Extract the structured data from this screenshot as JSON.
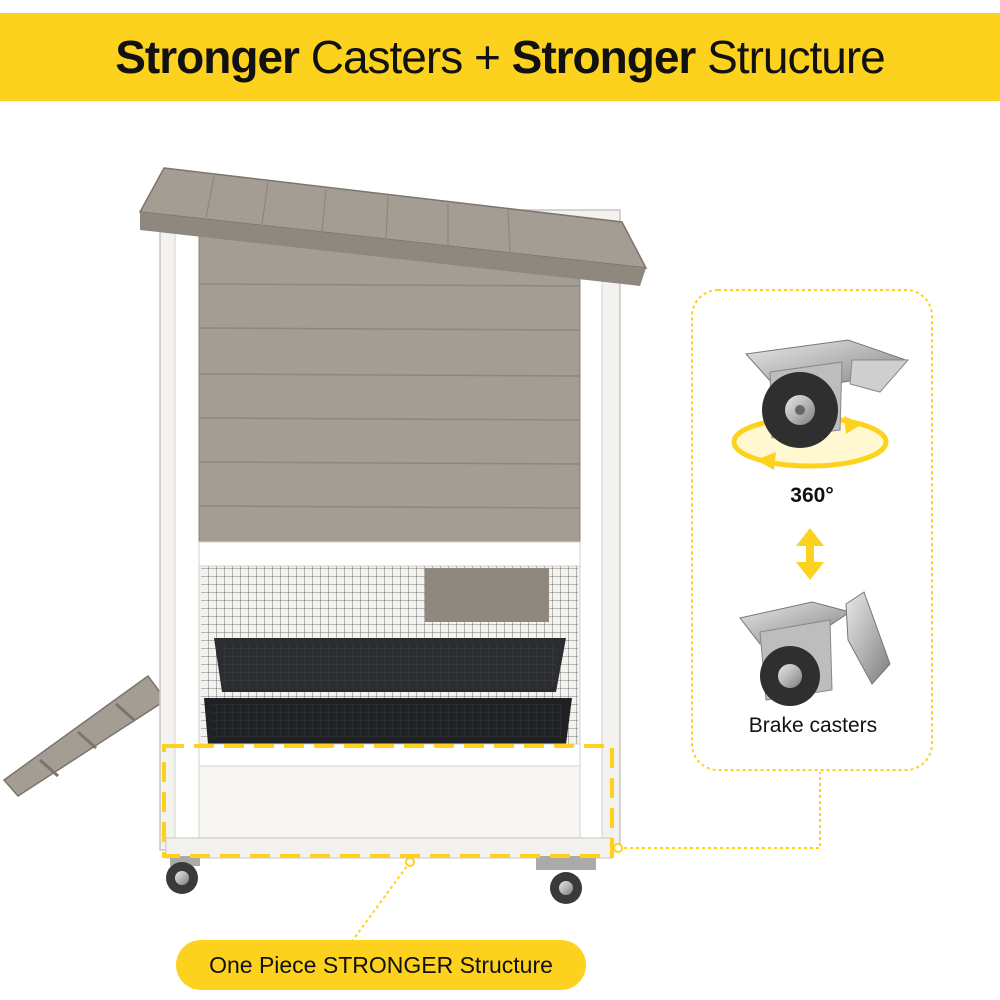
{
  "banner": {
    "part1": "Stronger",
    "part2": " Casters + ",
    "part3": "Stronger",
    "part4": " Structure"
  },
  "callout": {
    "rotation_label": "360°",
    "brake_label": "Brake casters"
  },
  "structure_label": "One Piece STRONGER Structure",
  "colors": {
    "accent_yellow": "#fdd21f",
    "coop_gray": "#a39d94",
    "frame_white": "#f3f2ef",
    "tray_black": "#2b2d30"
  },
  "icons": [
    "caster-wheel-icon",
    "brake-caster-icon",
    "rotation-arrow-icon",
    "double-arrow-icon"
  ]
}
